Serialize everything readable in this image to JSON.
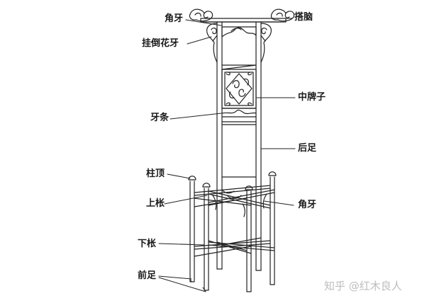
{
  "labels": {
    "jiaoya_top": "角牙",
    "dana": "搭脑",
    "guadao_huaya": "挂倒花牙",
    "zhong_paizi": "中牌子",
    "yatiao": "牙条",
    "houzu": "后足",
    "zhuding": "柱顶",
    "shangchang": "上枨",
    "jiaoya_mid": "角牙",
    "xiachang": "下枨",
    "qianzu": "前足"
  },
  "watermark": "知乎 @红木良人",
  "colors": {
    "line": "#222222",
    "text": "#1a1a1a",
    "watermark": "#bdbdbd"
  }
}
